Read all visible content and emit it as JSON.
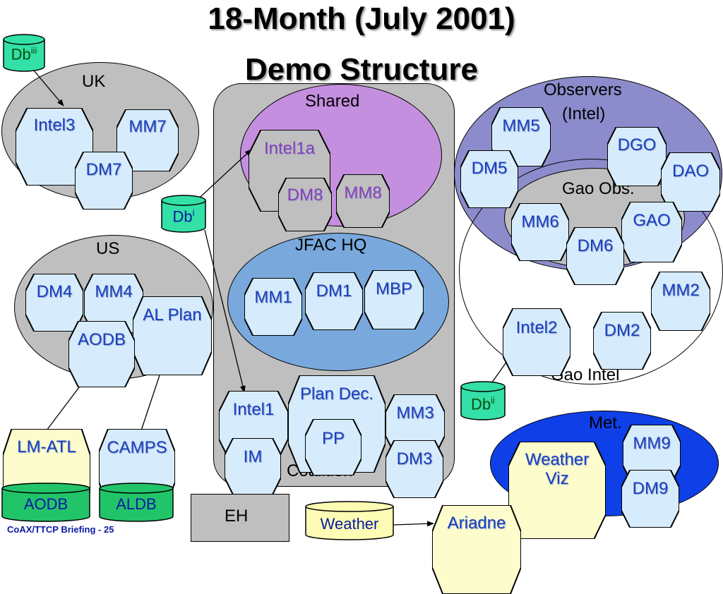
{
  "title": {
    "line1": "18-Month (July 2001)",
    "line2": "Demo Structure"
  },
  "regions": {
    "uk": "UK",
    "us": "US",
    "shared": "Shared",
    "jfac": "JFAC HQ",
    "coalition": "Coalition",
    "observers_line1": "Observers",
    "observers_line2": "(Intel)",
    "gao_obs": "Gao Obs.",
    "gao_intel": "Gao Intel",
    "met": "Met.",
    "eh": "EH"
  },
  "nodes": {
    "intel3": "Intel3",
    "mm7": "MM7",
    "dm7": "DM7",
    "intel1a": "Intel1a",
    "dm8": "DM8",
    "mm8": "MM8",
    "mm1": "MM1",
    "dm1": "DM1",
    "mbp": "MBP",
    "intel1": "Intel1",
    "plan_dec": "Plan Dec.",
    "mm3": "MM3",
    "pp": "PP",
    "im": "IM",
    "dm3": "DM3",
    "dm4": "DM4",
    "mm4": "MM4",
    "al_plan": "AL Plan",
    "aodb_node": "AODB",
    "mm5": "MM5",
    "dgo": "DGO",
    "dm5": "DM5",
    "dao": "DAO",
    "mm6": "MM6",
    "gao": "GAO",
    "dm6": "DM6",
    "mm2": "MM2",
    "intel2": "Intel2",
    "dm2": "DM2",
    "mm9": "MM9",
    "weather_viz_line1": "Weather",
    "weather_viz_line2": "Viz",
    "dm9": "DM9",
    "lm_atl": "LM-ATL",
    "camps": "CAMPS",
    "ariadne": "Ariadne"
  },
  "databases": {
    "db_iii": "Db",
    "db_iii_sup": "iii",
    "db_i": "Db",
    "db_i_sup": "i",
    "db_ii": "Db",
    "db_ii_sup": "ii",
    "aodb": "AODB",
    "aldb": "ALDB",
    "weather": "Weather"
  },
  "footer": "CoAX/TTCP Briefing - 25",
  "colors": {
    "node_fill": "#d6ecfc",
    "node_text": "#1a3fbf",
    "tool_fill": "#fcfccc",
    "gray_region": "#bfbfbf",
    "shared_fill": "#c58fe0",
    "jfac_fill": "#79a9dc",
    "observers_fill": "#8c8ccc",
    "met_fill": "#0f3fe6",
    "db_cyan": "#33e0a8",
    "db_green": "#22c46a",
    "db_yellow": "#fcfcb4"
  }
}
